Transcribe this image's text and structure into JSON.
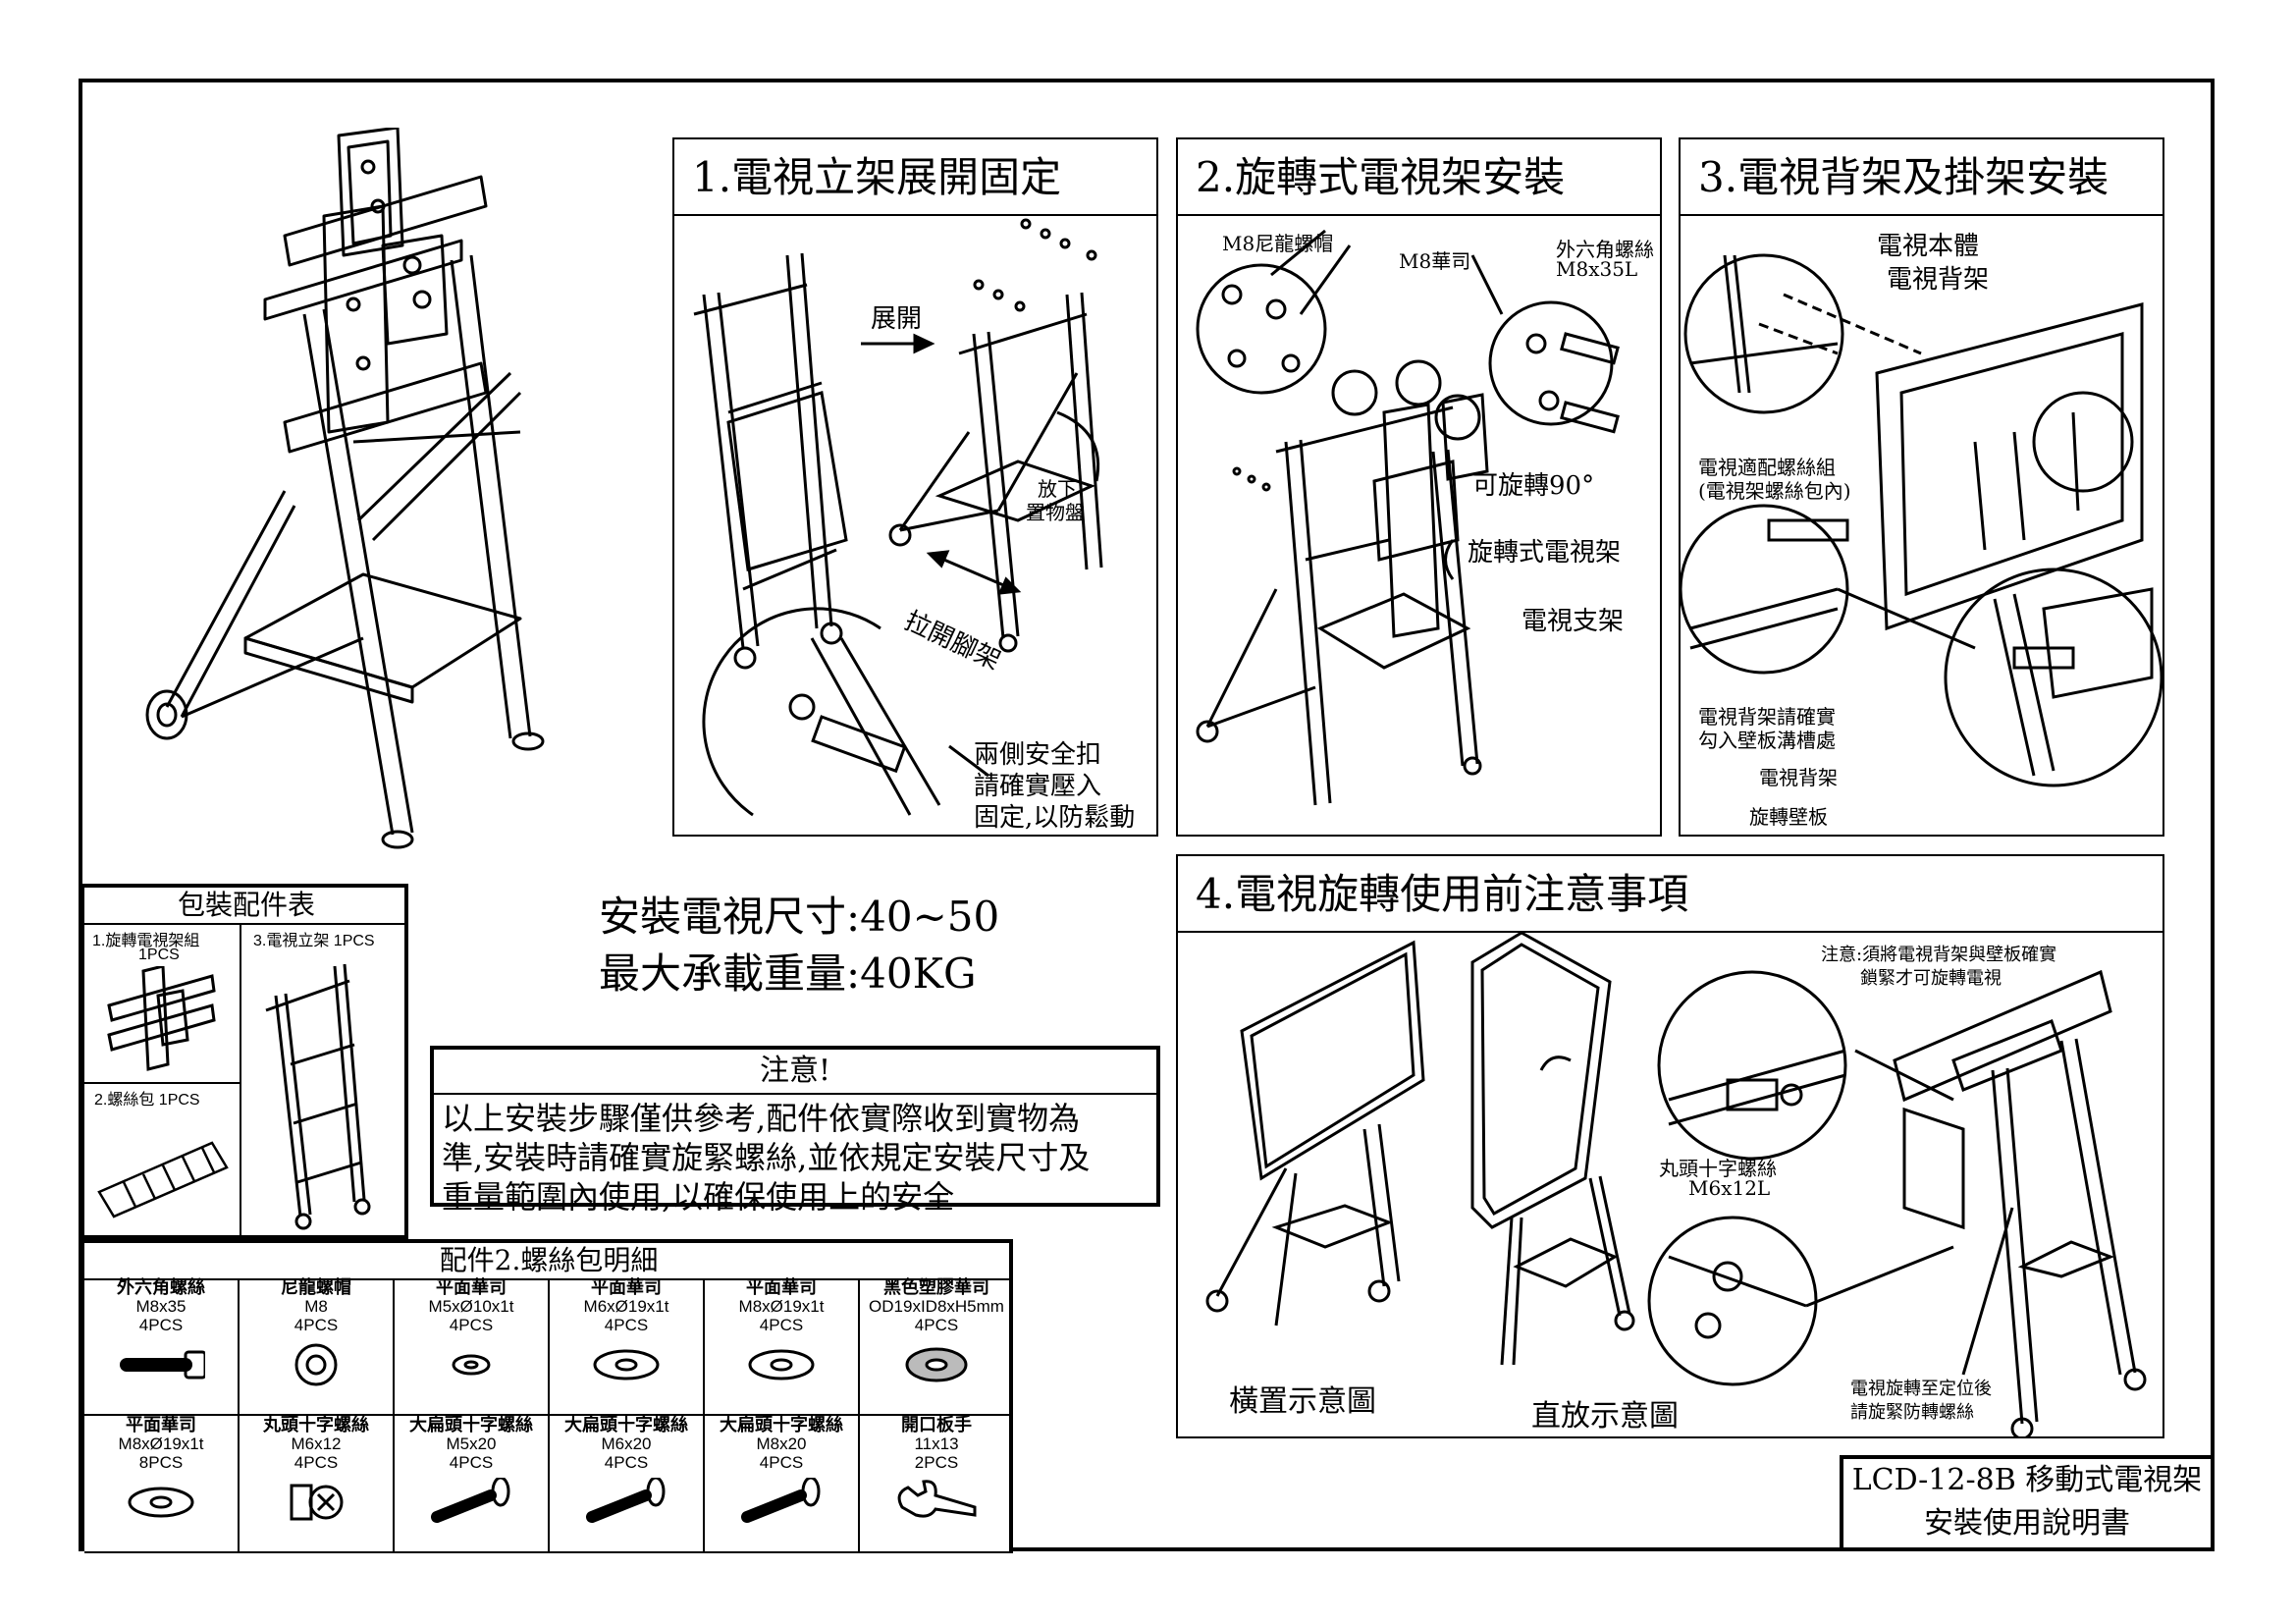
{
  "sections": {
    "s1_title": "1.電視立架展開固定",
    "s2_title": "2.旋轉式電視架安裝",
    "s3_title": "3.電視背架及掛架安裝",
    "s4_title": "4.電視旋轉使用前注意事項"
  },
  "s1": {
    "unfold": "展開",
    "pull_legs": "拉開腳架",
    "place_tray": [
      "放下",
      "置物盤"
    ],
    "safety": [
      "兩側安全扣",
      "請確實壓入",
      "固定,以防鬆動"
    ]
  },
  "s2": {
    "nylon_nut": "M8尼龍螺帽",
    "washer": "M8華司",
    "hex_bolt": [
      "外六角螺絲",
      "M8x35L"
    ],
    "rotate": "可旋轉90°",
    "rotating_mount": "旋轉式電視架",
    "tv_stand": "電視支架"
  },
  "s3": {
    "tv_body": "電視本體",
    "tv_back": "電視背架",
    "screws": [
      "電視適配螺絲組",
      "(電視架螺絲包內)"
    ],
    "hook_note": [
      "電視背架請確實",
      "勾入壁板溝槽處"
    ],
    "back_frame": "電視背架",
    "rotate_plate": "旋轉壁板"
  },
  "s4": {
    "landscape": "橫置示意圖",
    "portrait": "直放示意圖",
    "attention": [
      "注意:須將電視背架與壁板確實",
      "鎖緊才可旋轉電視"
    ],
    "screw": [
      "丸頭十字螺絲",
      "M6x12L"
    ],
    "lock_note": [
      "電視旋轉至定位後",
      "請旋緊防轉螺絲"
    ]
  },
  "specs": [
    "安裝電視尺寸:40~50",
    "最大承載重量:40KG"
  ],
  "notice": {
    "title": "注意!",
    "lines": [
      "以上安裝步驟僅供參考,配件依實際收到實物為",
      "準,安裝時請確實旋緊螺絲,並依規定安裝尺寸及",
      "重量範圍內使用,以確保使用上的安全"
    ]
  },
  "package": {
    "title": "包裝配件表",
    "item1": [
      "1.旋轉電視架組",
      "1PCS"
    ],
    "item2": "2.螺絲包 1PCS",
    "item3": "3.電視立架 1PCS"
  },
  "screws": {
    "title": "配件2.螺絲包明細",
    "row1": [
      {
        "name": "外六角螺絲",
        "spec": "M8x35",
        "qty": "4PCS"
      },
      {
        "name": "尼龍螺帽",
        "spec": "M8",
        "qty": "4PCS"
      },
      {
        "name": "平面華司",
        "spec": "M5xØ10x1t",
        "qty": "4PCS"
      },
      {
        "name": "平面華司",
        "spec": "M6xØ19x1t",
        "qty": "4PCS"
      },
      {
        "name": "平面華司",
        "spec": "M8xØ19x1t",
        "qty": "4PCS"
      },
      {
        "name": "黑色塑膠華司",
        "spec": "OD19xID8xH5mm",
        "qty": "4PCS"
      }
    ],
    "row2": [
      {
        "name": "平面華司",
        "spec": "M8xØ19x1t",
        "qty": "8PCS"
      },
      {
        "name": "丸頭十字螺絲",
        "spec": "M6x12",
        "qty": "4PCS"
      },
      {
        "name": "大扁頭十字螺絲",
        "spec": "M5x20",
        "qty": "4PCS"
      },
      {
        "name": "大扁頭十字螺絲",
        "spec": "M6x20",
        "qty": "4PCS"
      },
      {
        "name": "大扁頭十字螺絲",
        "spec": "M8x20",
        "qty": "4PCS"
      },
      {
        "name": "開口板手",
        "spec": "11x13",
        "qty": "2PCS"
      }
    ]
  },
  "product": {
    "model": "LCD-12-8B 移動式電視架",
    "doc": "安裝使用說明書"
  }
}
